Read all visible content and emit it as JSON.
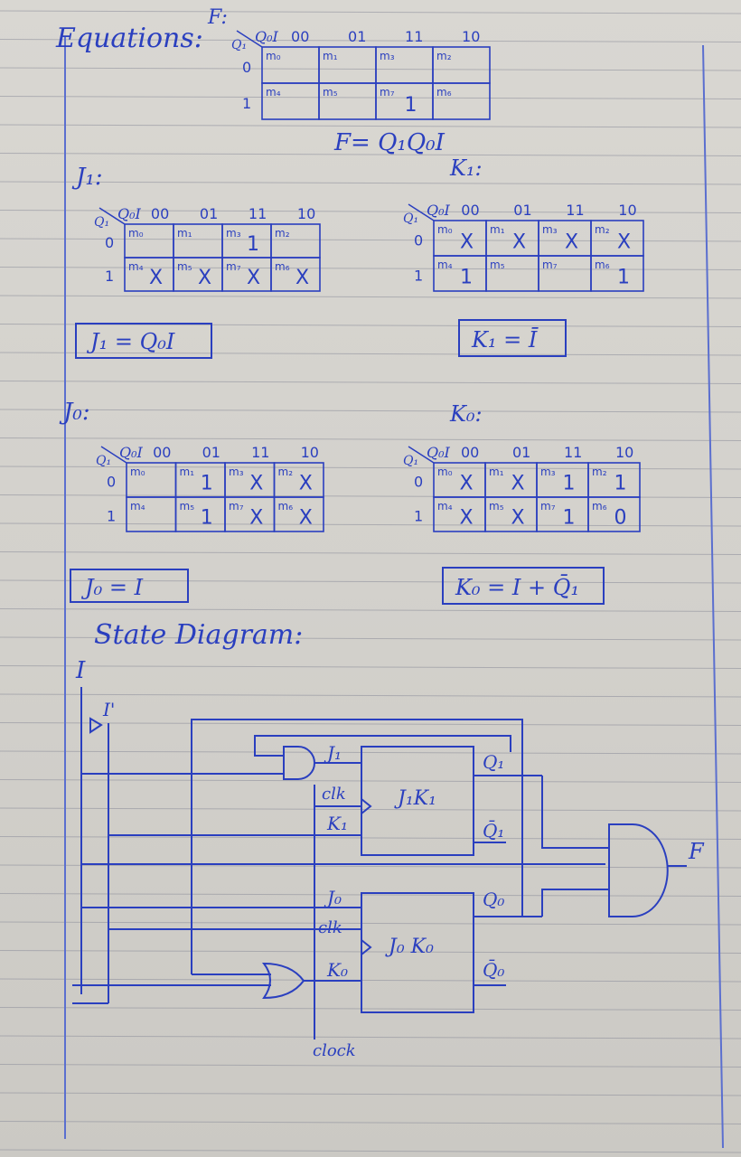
{
  "colors": {
    "paper": "#d6d4cf",
    "rule": "#8a8d99",
    "margin": "#5b6fcf",
    "ink": "#2a3fbf"
  },
  "title": "Equations:",
  "f_label": "F:",
  "f_equation": "F= Q₁Q₀I",
  "state_diagram_title": "State Diagram:",
  "var_col": "Q₀I",
  "var_row": "Q₁",
  "col_headers": [
    "00",
    "01",
    "11",
    "10"
  ],
  "row_headers": [
    "0",
    "1"
  ],
  "maps": {
    "f": {
      "label": "F:",
      "cells": [
        [
          "m₀",
          ""
        ],
        [
          "m₁",
          ""
        ],
        [
          "m₃",
          ""
        ],
        [
          "m₂",
          ""
        ],
        [
          "m₄",
          ""
        ],
        [
          "m₅",
          ""
        ],
        [
          "m₇",
          "1"
        ],
        [
          "m₆",
          ""
        ]
      ]
    },
    "j1": {
      "label": "J₁:",
      "equation": "J₁ = Q₀I",
      "cells": [
        [
          "m₀",
          ""
        ],
        [
          "m₁",
          ""
        ],
        [
          "m₃",
          "1"
        ],
        [
          "m₂",
          ""
        ],
        [
          "m₄",
          "X"
        ],
        [
          "m₅",
          "X"
        ],
        [
          "m₇",
          "X"
        ],
        [
          "m₆",
          "X"
        ]
      ]
    },
    "k1": {
      "label": "K₁:",
      "equation": "K₁ = Ī",
      "cells": [
        [
          "m₀",
          "X"
        ],
        [
          "m₁",
          "X"
        ],
        [
          "m₃",
          "X"
        ],
        [
          "m₂",
          "X"
        ],
        [
          "m₄",
          "1"
        ],
        [
          "m₅",
          ""
        ],
        [
          "m₇",
          ""
        ],
        [
          "m₆",
          "1"
        ]
      ]
    },
    "j0": {
      "label": "J₀:",
      "equation": "J₀ = I",
      "cells": [
        [
          "m₀",
          ""
        ],
        [
          "m₁",
          "1"
        ],
        [
          "m₃",
          "X"
        ],
        [
          "m₂",
          "X"
        ],
        [
          "m₄",
          ""
        ],
        [
          "m₅",
          "1"
        ],
        [
          "m₇",
          "X"
        ],
        [
          "m₆",
          "X"
        ]
      ]
    },
    "k0": {
      "label": "K₀:",
      "equation": "K₀ = I + Q̄₁",
      "cells": [
        [
          "m₀",
          "X"
        ],
        [
          "m₁",
          "X"
        ],
        [
          "m₃",
          "1"
        ],
        [
          "m₂",
          "1"
        ],
        [
          "m₄",
          "X"
        ],
        [
          "m₅",
          "X"
        ],
        [
          "m₇",
          "1"
        ],
        [
          "m₆",
          "0"
        ]
      ]
    }
  },
  "circuit": {
    "input": "I",
    "input_not": "I'",
    "ff1": {
      "name": "J₁K₁",
      "j": "J₁",
      "k": "K₁",
      "clk": "clk",
      "q": "Q₁",
      "qbar": "Q̄₁"
    },
    "ff0": {
      "name": "J₀ K₀",
      "j": "J₀",
      "k": "K₀",
      "clk": "clk",
      "q": "Q₀",
      "qbar": "Q̄₀"
    },
    "output": "F",
    "clock": "clock"
  }
}
